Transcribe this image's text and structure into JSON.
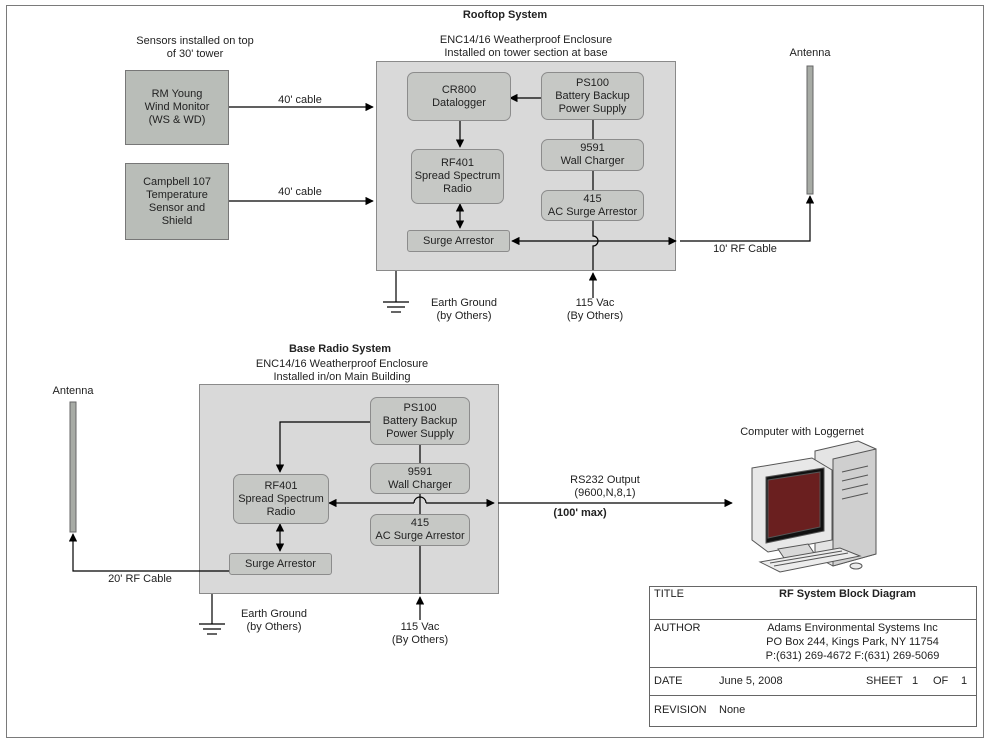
{
  "rooftop": {
    "title": "Rooftop System",
    "sensor_note": "Sensors installed on top\nof 30' tower",
    "enclosure_label": "ENC14/16 Weatherproof Enclosure\nInstalled on tower section at base",
    "wind_monitor": "RM Young\nWind Monitor\n(WS & WD)",
    "temp_sensor": "Campbell 107\nTemperature\nSensor and\nShield",
    "cable1": "40' cable",
    "cable2": "40' cable",
    "datalogger": "CR800\nDatalogger",
    "ps100": "PS100\nBattery Backup\nPower Supply",
    "rf401": "RF401\nSpread Spectrum\nRadio",
    "charger": "9591\nWall Charger",
    "surge_ac": "415\nAC Surge Arrestor",
    "surge": "Surge Arrestor",
    "antenna": "Antenna",
    "rf_cable": "10' RF Cable",
    "earth": "Earth Ground\n(by Others)",
    "power": "115 Vac\n(By Others)"
  },
  "base": {
    "title": "Base Radio System",
    "enclosure_label": "ENC14/16 Weatherproof Enclosure\nInstalled in/on Main Building",
    "antenna": "Antenna",
    "ps100": "PS100\nBattery Backup\nPower Supply",
    "charger": "9591\nWall Charger",
    "rf401": "RF401\nSpread Spectrum\nRadio",
    "surge_ac": "415\nAC Surge Arrestor",
    "surge": "Surge Arrestor",
    "rf_cable": "20' RF Cable",
    "earth": "Earth Ground\n(by Others)",
    "power": "115 Vac\n(By Others)",
    "rs232": "RS232 Output\n(9600,N,8,1)",
    "rs232_max": "(100' max)",
    "computer": "Computer with Loggernet"
  },
  "title_block": {
    "title_label": "TITLE",
    "title_value": "RF System Block Diagram",
    "author_label": "AUTHOR",
    "author_line1": "Adams Environmental Systems Inc",
    "author_line2": "PO Box 244, Kings Park, NY 11754",
    "author_line3": "P:(631) 269-4672  F:(631) 269-5069",
    "date_label": "DATE",
    "date_value": "June 5, 2008",
    "sheet_label": "SHEET",
    "sheet_num": "1",
    "of_label": "OF",
    "sheet_total": "1",
    "revision_label": "REVISION",
    "revision_value": "None"
  },
  "colors": {
    "enclosure": "#d9d9d9",
    "module": "#c6c8c5",
    "sensor": "#b9bdb8",
    "line": "#000000"
  }
}
